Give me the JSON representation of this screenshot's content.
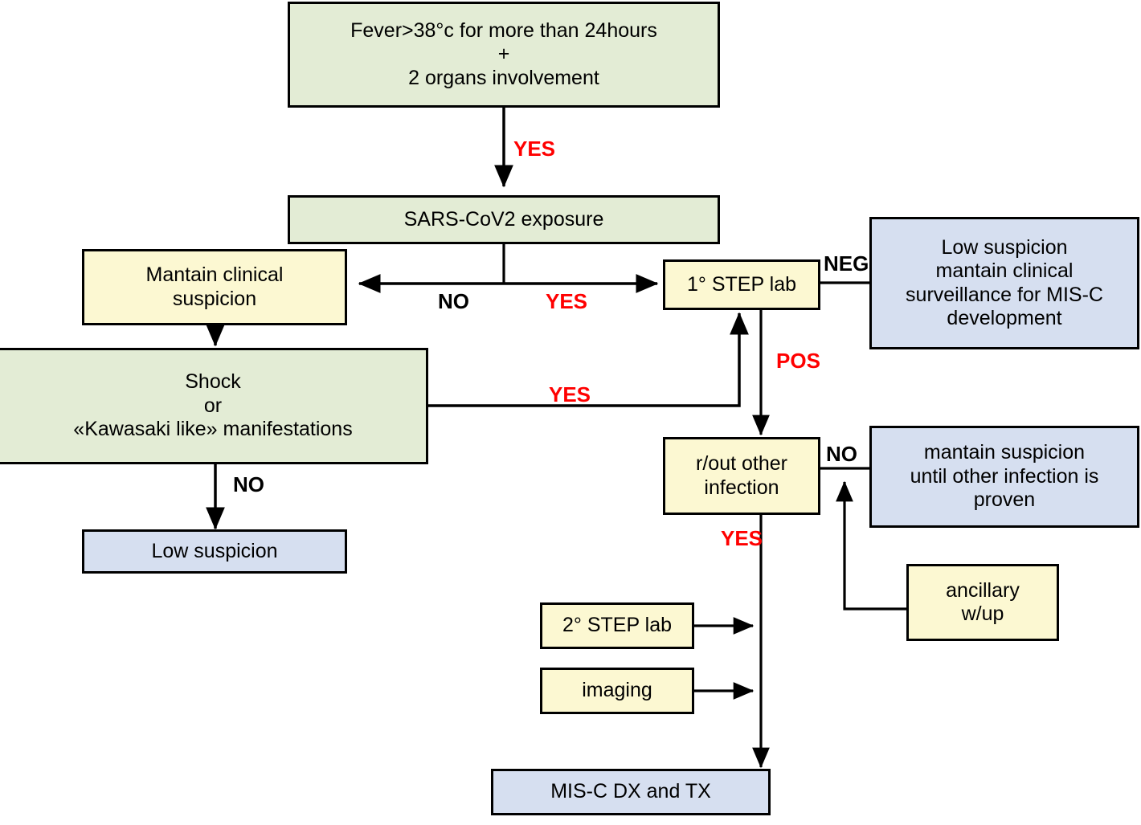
{
  "diagram": {
    "title": "MIS-C diagnostic flowchart",
    "colors": {
      "criteria_fill": "#e3ecd5",
      "action_fill": "#fcf8d2",
      "outcome_fill": "#d6dff0",
      "yes_label": "#ff0000",
      "no_label": "#000000",
      "stroke": "#000000"
    }
  },
  "nodes": {
    "fever_criteria": "Fever>38°c for more than 24hours\n+\n2 organs involvement",
    "sars_exposure": "SARS-CoV2 exposure",
    "mantain_clinical_suspicion": "Mantain clinical\nsuspicion",
    "shock_or_kawasaki": "Shock\nor\n«Kawasaki like» manifestations",
    "low_suspicion": "Low suspicion",
    "first_step_lab": "1° STEP lab",
    "low_suspicion_surveillance": "Low suspicion\nmantain clinical\nsurveillance for MIS-C\ndevelopment",
    "rout_other_infection": "r/out other\ninfection",
    "mantain_until_proven": "mantain suspicion\nuntil other infection is\nproven",
    "ancillary_wup": "ancillary\nw/up",
    "second_step_lab": "2° STEP lab",
    "imaging": "imaging",
    "misc_dx_tx": "MIS-C DX and TX"
  },
  "edge_labels": {
    "fever_to_sars": "YES",
    "sars_no": "NO",
    "sars_yes": "YES",
    "step1_neg": "NEG",
    "step1_pos": "POS",
    "shock_yes": "YES",
    "shock_no": "NO",
    "rout_no": "NO",
    "rout_yes": "YES"
  }
}
